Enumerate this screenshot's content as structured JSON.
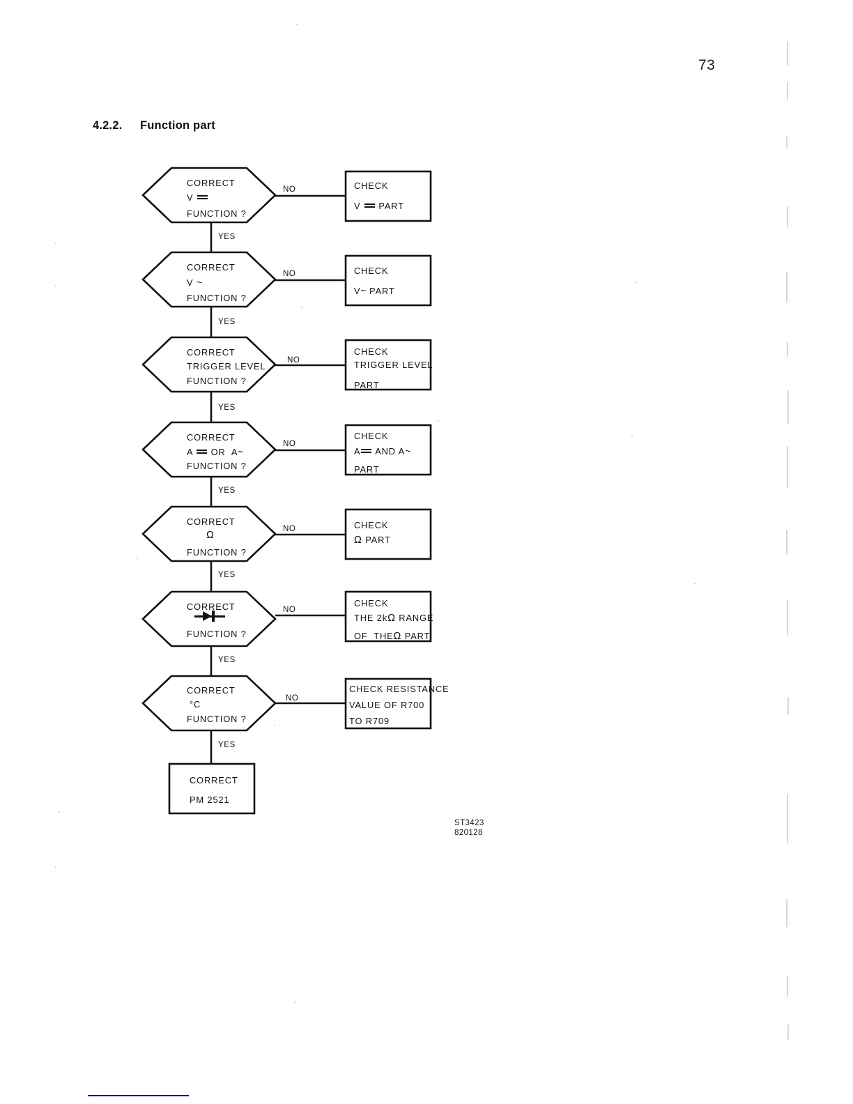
{
  "page": {
    "number": "73",
    "heading_number": "4.2.2.",
    "heading_title": "Function part",
    "drawing_ref_line1": "ST3423",
    "drawing_ref_line2": "820128"
  },
  "flowchart": {
    "type": "decision-flow",
    "yes_label": "YES",
    "no_label": "NO",
    "decisions": [
      {
        "line1": "CORRECT",
        "line2_prefix": "V",
        "line2_symbol": "dc",
        "line2_suffix": "",
        "line3": "FUNCTION ?",
        "action": {
          "line1": "CHECK",
          "line2_prefix": "V",
          "line2_symbol": "dc",
          "line2_suffix": "PART",
          "line3": ""
        }
      },
      {
        "line1": "CORRECT",
        "line2_prefix": "V",
        "line2_symbol": "ac",
        "line2_suffix": "",
        "line3": "FUNCTION ?",
        "action": {
          "line1": "CHECK",
          "line2_prefix": "V",
          "line2_symbol": "ac",
          "line2_suffix": "PART",
          "line3": ""
        }
      },
      {
        "line1": "CORRECT",
        "line2_prefix": "TRIGGER  LEVEL",
        "line2_symbol": "none",
        "line2_suffix": "",
        "line3": "FUNCTION ?",
        "action": {
          "line1": "CHECK",
          "line2_prefix": "TRIGGER LEVEL",
          "line2_symbol": "none",
          "line2_suffix": "",
          "line3": "PART"
        }
      },
      {
        "line1": "CORRECT",
        "line2_prefix": "A",
        "line2_symbol": "dc-or-ac",
        "line2_suffix": "",
        "line3": "FUNCTION ?",
        "action": {
          "line1": "CHECK",
          "line2_prefix": "A",
          "line2_symbol": "dc-and-ac",
          "line2_suffix": "",
          "line3": "PART"
        }
      },
      {
        "line1": "CORRECT",
        "line2_prefix": "",
        "line2_symbol": "ohm",
        "line2_suffix": "",
        "line3": "FUNCTION ?",
        "action": {
          "line1": "CHECK",
          "line2_prefix": "",
          "line2_symbol": "ohm",
          "line2_suffix": "PART",
          "line3": ""
        }
      },
      {
        "line1": "CORRECT",
        "line2_prefix": "",
        "line2_symbol": "diode",
        "line2_suffix": "",
        "line3": "FUNCTION ?",
        "action": {
          "line1": "CHECK",
          "line2_prefix": "THE  2k",
          "line2_symbol": "ohm",
          "line2_suffix": "RANGE",
          "line3": "OF  THE     PART",
          "line3_symbol": "ohm"
        }
      },
      {
        "line1": "CORRECT",
        "line2_prefix": "",
        "line2_symbol": "degc",
        "line2_suffix": "",
        "line3": "FUNCTION ?",
        "action": {
          "line1": "CHECK RESISTANCE",
          "line2_prefix": "VALUE OF R700",
          "line2_symbol": "none",
          "line2_suffix": "",
          "line3": "TO  R709"
        }
      }
    ],
    "terminal": {
      "line1": "CORRECT",
      "line2": "PM 2521"
    }
  },
  "symbols": {
    "ac": "~",
    "ohm": "Ω",
    "degc": "°C",
    "dc_name": "dc-voltage-symbol",
    "diode_name": "diode-symbol"
  },
  "colors": {
    "ink": "#111111",
    "rule": "#141c62",
    "paper": "#ffffff"
  }
}
